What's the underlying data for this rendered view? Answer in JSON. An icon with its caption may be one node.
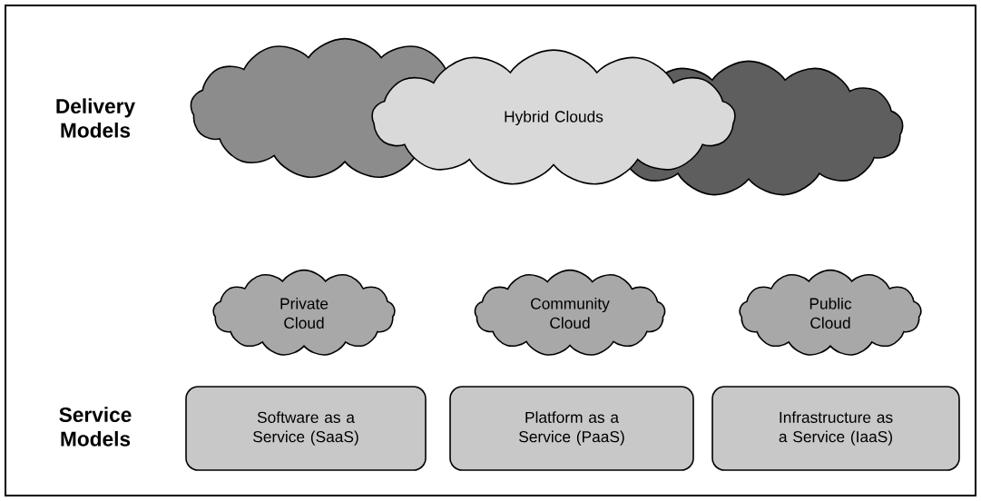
{
  "diagram": {
    "nodes": [
      {
        "text": [
          "Hybrid Clouds"
        ]
      },
      {
        "text": [
          "Private Cloud"
        ]
      },
      {
        "text": [
          "Community Cloud"
        ]
      },
      {
        "text": [
          "Public Cloud"
        ]
      },
      {
        "text": [
          "Software as a Service (SaaS)"
        ]
      },
      {
        "text": [
          "Platform as a Service (PaaS)"
        ]
      },
      {
        "text": [
          "Infrastructure as a Service (IaaS)"
        ]
      }
    ],
    "labels": [
      "Delivery Models",
      "Service Models"
    ]
  }
}
